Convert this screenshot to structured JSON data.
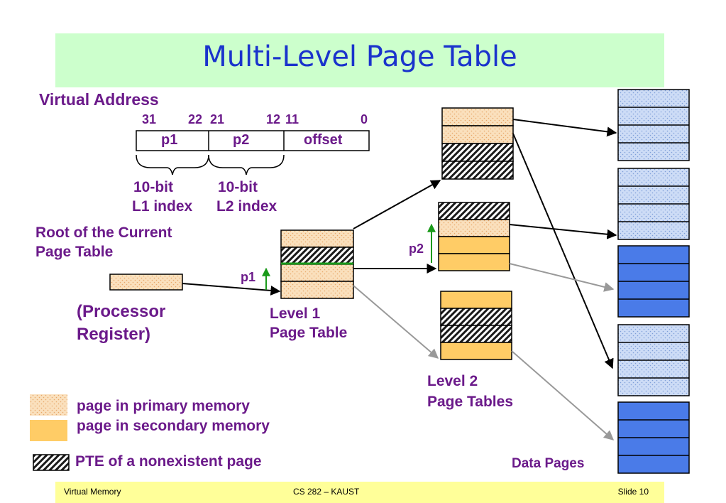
{
  "title": "Multi-Level Page Table",
  "virtual_address": {
    "label": "Virtual Address",
    "bit_numbers": [
      "31",
      "22",
      "21",
      "12",
      "11",
      "0"
    ],
    "fields": [
      "p1",
      "p2",
      "offset"
    ],
    "l1_index_label": [
      "10-bit",
      "L1 index"
    ],
    "l2_index_label": [
      "10-bit",
      "L2 index"
    ]
  },
  "root_label": [
    "Root of the Current",
    "Page Table"
  ],
  "processor_register_label": [
    "(Processor",
    "Register)"
  ],
  "level1_label": [
    "Level 1",
    "Page Table"
  ],
  "level2_label": [
    "Level 2",
    "Page Tables"
  ],
  "p1_label": "p1",
  "p2_label": "p2",
  "data_pages_label": "Data Pages",
  "legend": {
    "primary": "page in primary memory",
    "secondary": "page in secondary memory",
    "nonexistent": "PTE of a nonexistent page"
  },
  "colors": {
    "title_bg": "#ccffcc",
    "title_text": "#1a33cc",
    "label_purple": "#6b1a8a",
    "primary_fill": "#f9d4a8",
    "secondary_fill": "#ffcc66",
    "data_primary_fill": "#b7cdf4",
    "data_secondary_fill": "#4a7be8",
    "footer_bg": "#ffff99"
  },
  "footer": {
    "left": "Virtual Memory",
    "center": "CS 282 – KAUST",
    "right": "Slide 10"
  }
}
